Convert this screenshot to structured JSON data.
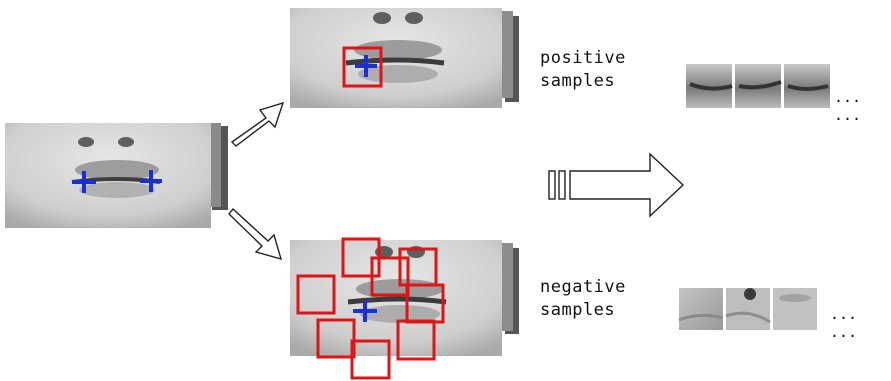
{
  "positive": {
    "label": "positive\nsamples",
    "ellipsis": "... ..."
  },
  "negative": {
    "label": "negative\nsamples",
    "ellipsis": "... ..."
  },
  "colors": {
    "box": "#e01414",
    "cross": "#1a2fd6",
    "face_bg": "#cfcfcf",
    "arrow": "#222222"
  },
  "icons": {
    "landmark": "plus-marker",
    "flow": "arrow-right"
  }
}
